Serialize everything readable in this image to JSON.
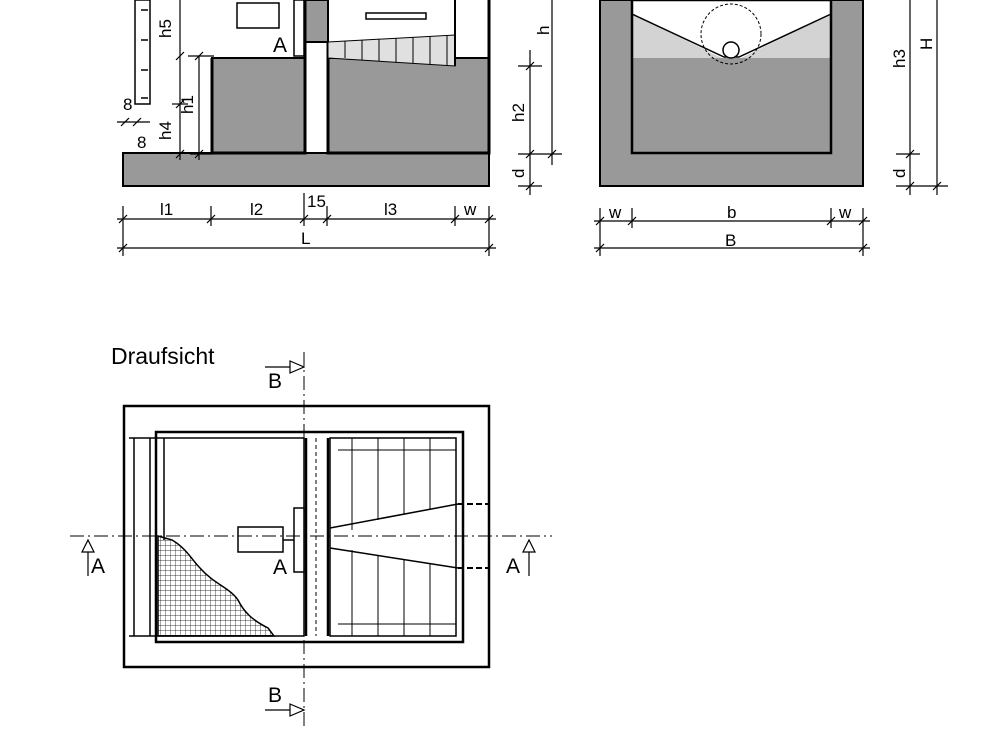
{
  "plan_view": {
    "title": "Draufsicht"
  },
  "section_labels": {
    "cut_a_left": "A",
    "cut_a_right": "A",
    "cut_a_center": "A",
    "cut_b_top": "B",
    "cut_b_bottom": "B",
    "elevation_a": "A"
  },
  "longitudinal_section": {
    "dims": {
      "l1": "l1",
      "l2": "l2",
      "gap": "15",
      "l3": "l3",
      "w": "w",
      "L": "L",
      "h": "h",
      "h1": "h1",
      "h2": "h2",
      "h4": "h4",
      "h5": "h5",
      "d": "d",
      "eight_top": "8",
      "eight_bottom": "8"
    }
  },
  "cross_section": {
    "dims": {
      "w_left": "w",
      "b": "b",
      "w_right": "w",
      "B": "B",
      "h3": "h3",
      "H": "H",
      "d": "d"
    }
  },
  "colors": {
    "concrete": "#999999",
    "fill_light": "#d3d3d3",
    "line": "#000000",
    "background": "#ffffff"
  }
}
